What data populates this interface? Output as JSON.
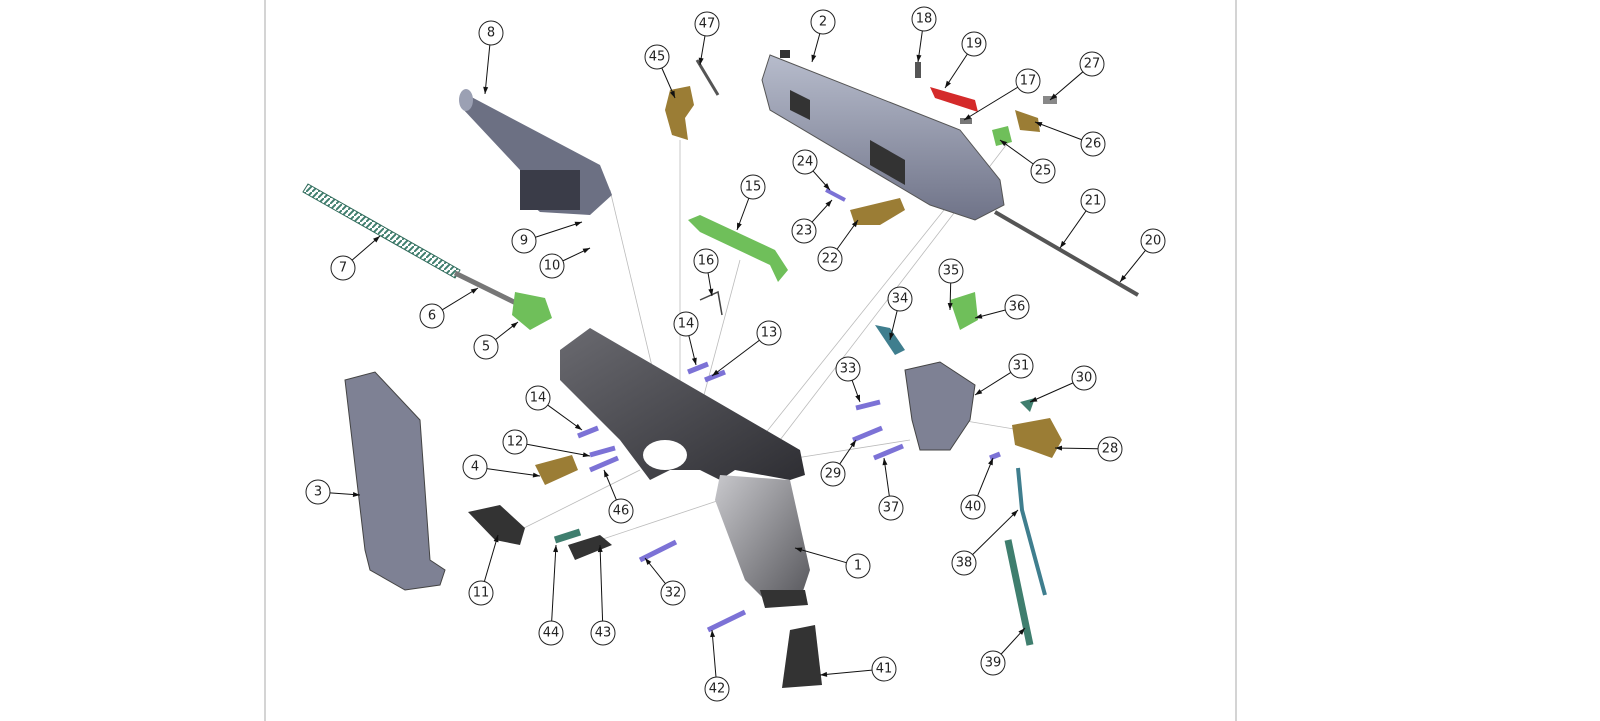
{
  "diagram": {
    "title": "Exploded parts view",
    "balloons": [
      "1",
      "2",
      "3",
      "4",
      "5",
      "6",
      "7",
      "8",
      "9",
      "10",
      "11",
      "12",
      "13",
      "14",
      "14",
      "15",
      "16",
      "17",
      "18",
      "19",
      "20",
      "21",
      "22",
      "23",
      "24",
      "25",
      "26",
      "27",
      "28",
      "29",
      "30",
      "31",
      "32",
      "33",
      "34",
      "35",
      "36",
      "37",
      "38",
      "39",
      "40",
      "41",
      "42",
      "43",
      "44",
      "45",
      "46",
      "47"
    ],
    "colors": {
      "slide": "#8e93a8",
      "frame": "#4a4a4f",
      "green": "#6fbf5a",
      "bronze": "#9b7d35",
      "red": "#d42a2a",
      "pin": "#7c72d6",
      "spring": "#3f7e6e"
    }
  }
}
